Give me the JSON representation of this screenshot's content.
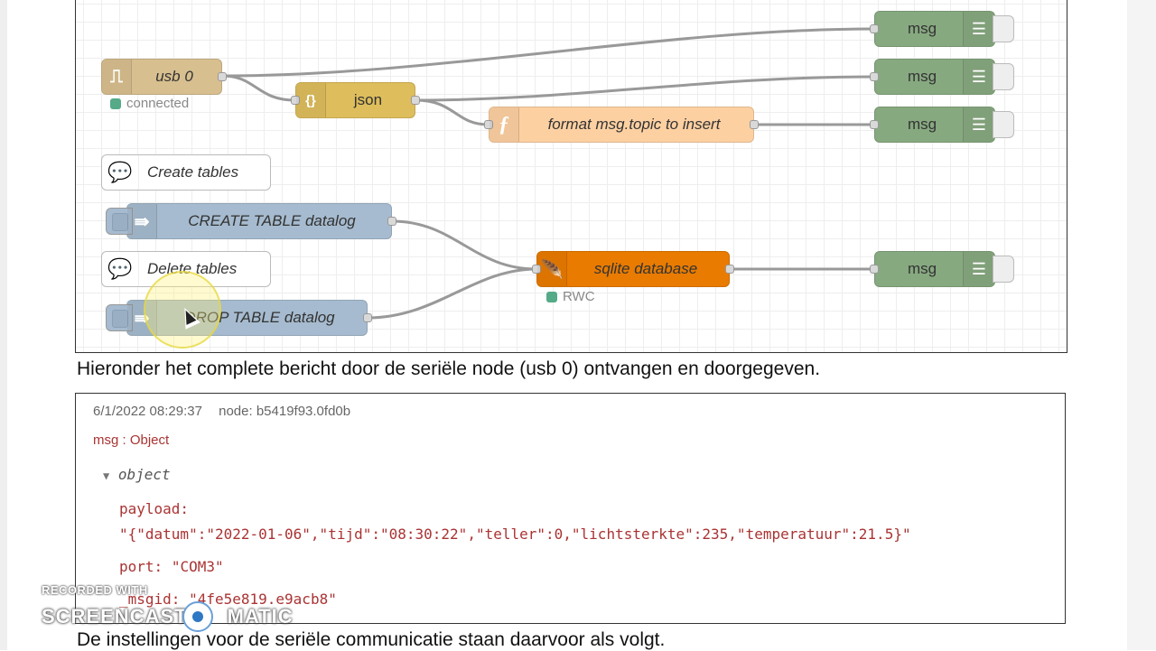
{
  "flow": {
    "nodes": {
      "usb": {
        "label": "usb 0",
        "status": "connected"
      },
      "json": {
        "label": "json"
      },
      "format": {
        "label": "format msg.topic to insert"
      },
      "create_comment": {
        "label": "Create tables"
      },
      "create_inject": {
        "label": "CREATE TABLE datalog"
      },
      "delete_comment": {
        "label": "Delete tables"
      },
      "drop_inject": {
        "label": "DROP TABLE datalog"
      },
      "sqlite": {
        "label": "sqlite database",
        "status": "RWC"
      },
      "debug1": {
        "label": "msg"
      },
      "debug2": {
        "label": "msg"
      },
      "debug3": {
        "label": "msg"
      },
      "debug4": {
        "label": "msg"
      }
    }
  },
  "doc": {
    "line1": "Hieronder het complete bericht door de seriële node (usb 0) ontvangen en doorgegeven.",
    "line2": "De instellingen voor de seriële communicatie staan daarvoor als volgt."
  },
  "debug_panel": {
    "timestamp": "6/1/2022 08:29:37",
    "node": "node: b5419f93.0fd0b",
    "msg_type": "msg : Object",
    "object_label": "object",
    "payload_key": "payload:",
    "payload_value": "\"{\"datum\":\"2022-01-06\",\"tijd\":\"08:30:22\",\"teller\":0,\"lichtsterkte\":235,\"temperatuur\":21.5}\"",
    "port_key": "port:",
    "port_value": "\"COM3\"",
    "msgid_key": "_msgid:",
    "msgid_value": "\"4fe5e819.e9acb8\""
  },
  "watermark": {
    "line1": "RECORDED WITH",
    "line2": "SCREENCAST",
    "line3": "MATIC"
  },
  "colors": {
    "serial": "#d8bf8f",
    "json": "#debd5c",
    "function": "#fdd0a2",
    "inject": "#a6bbcf",
    "sqlite": "#e97b00",
    "debug": "#87a980"
  },
  "icons": {
    "serial": "serial-wave-icon",
    "json": "json-braces-icon",
    "function": "function-icon",
    "inject": "arrow-right-icon",
    "sqlite": "feather-icon",
    "debug": "list-icon",
    "comment": "comment-icon"
  }
}
